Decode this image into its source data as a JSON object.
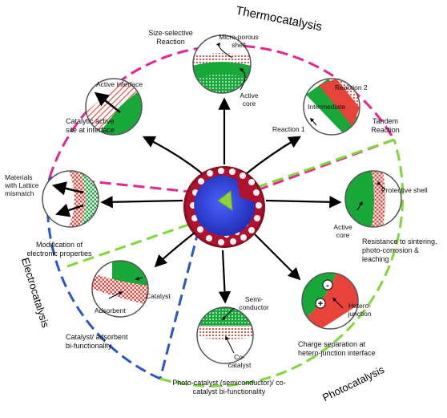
{
  "arcs": {
    "thermocatalysis": "Thermocatalysis",
    "electrocatalysis": "Electrocatalysis",
    "photocatalysis": "Photocatalysis"
  },
  "colors": {
    "thermo_dash": "#e0288f",
    "electro_dash": "#2a54c7",
    "photo_dash": "#7fd83a",
    "green": "#18a83a",
    "red": "#e8433a",
    "core_blue": "#2a3ee0",
    "shell_red": "#b0122e",
    "core_center": "#8fd33a"
  },
  "panels": {
    "size_selective": {
      "title": "Size-selective Reaction",
      "shell": "Micro-porous shell",
      "core": "Active core"
    },
    "tandem": {
      "title": "Tandem Reaction",
      "r1": "Reaction 1",
      "r2": "Reaction 2",
      "intermediate": "Intermediate"
    },
    "interface": {
      "title": "Catalytic active site at interface",
      "inner": "Active interface"
    },
    "lattice": {
      "title": "Modification of electronic properties",
      "side": "Materials with Lattice mismatch"
    },
    "protective": {
      "title": "Resistance to sintering, photo-corrosion & leaching",
      "shell": "Protective shell",
      "core": "Active core"
    },
    "bifunctional": {
      "title": "Catalyst/ adsorbent bi-functionality",
      "catalyst": "Catalyst",
      "adsorbent": "Adsorbent"
    },
    "photo_cocat": {
      "title": "Photo-catalyst (semiconductor)/ co-catalyst bi-functionality",
      "semi": "Semi- conductor",
      "co": "Co- catalyst"
    },
    "charge": {
      "title": "Charge separation at hetero-junction interface",
      "hetero": "Hetero- junction",
      "minus": "-",
      "plus": "+"
    }
  }
}
